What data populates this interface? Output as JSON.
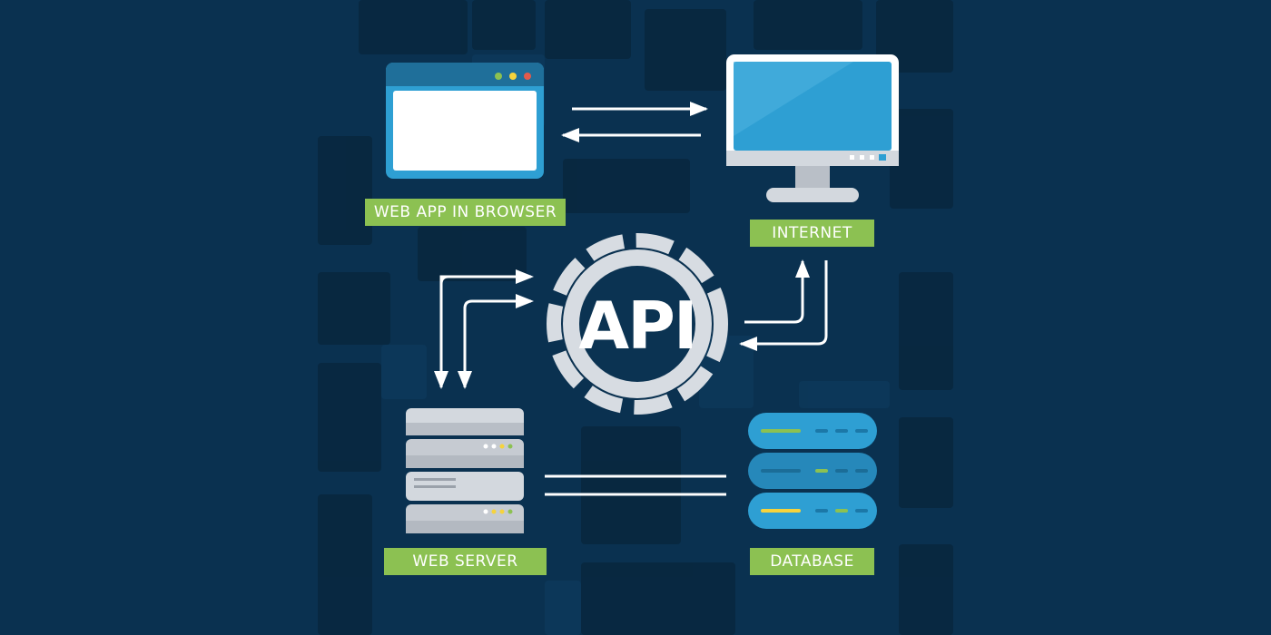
{
  "diagram": {
    "nodes": {
      "browser": {
        "label": "WEB APP IN BROWSER",
        "icon": "browser-window-icon"
      },
      "internet": {
        "label": "INTERNET",
        "icon": "desktop-monitor-icon"
      },
      "api": {
        "label": "API",
        "icon": "gear-icon"
      },
      "server": {
        "label": "WEB SERVER",
        "icon": "server-rack-icon"
      },
      "database": {
        "label": "DATABASE",
        "icon": "database-icon"
      }
    },
    "connections": [
      {
        "from": "browser",
        "to": "internet",
        "style": "two-way arrows"
      },
      {
        "from": "internet",
        "to": "api",
        "style": "two-way arrows"
      },
      {
        "from": "api",
        "to": "server",
        "style": "two-way arrows"
      },
      {
        "from": "server",
        "to": "database",
        "style": "two parallel lines"
      }
    ],
    "colors": {
      "background": "#0a3150",
      "label_bg": "#8cc152",
      "label_text": "#ffffff",
      "gear": "#d7dce2",
      "gear_center": "#0b3352",
      "monitor_screen": "#2e9fd3",
      "browser_frame": "#2e9fd3",
      "server": "#c6cbd2",
      "database": "#2e9fd3",
      "arrows": "#ffffff"
    }
  }
}
